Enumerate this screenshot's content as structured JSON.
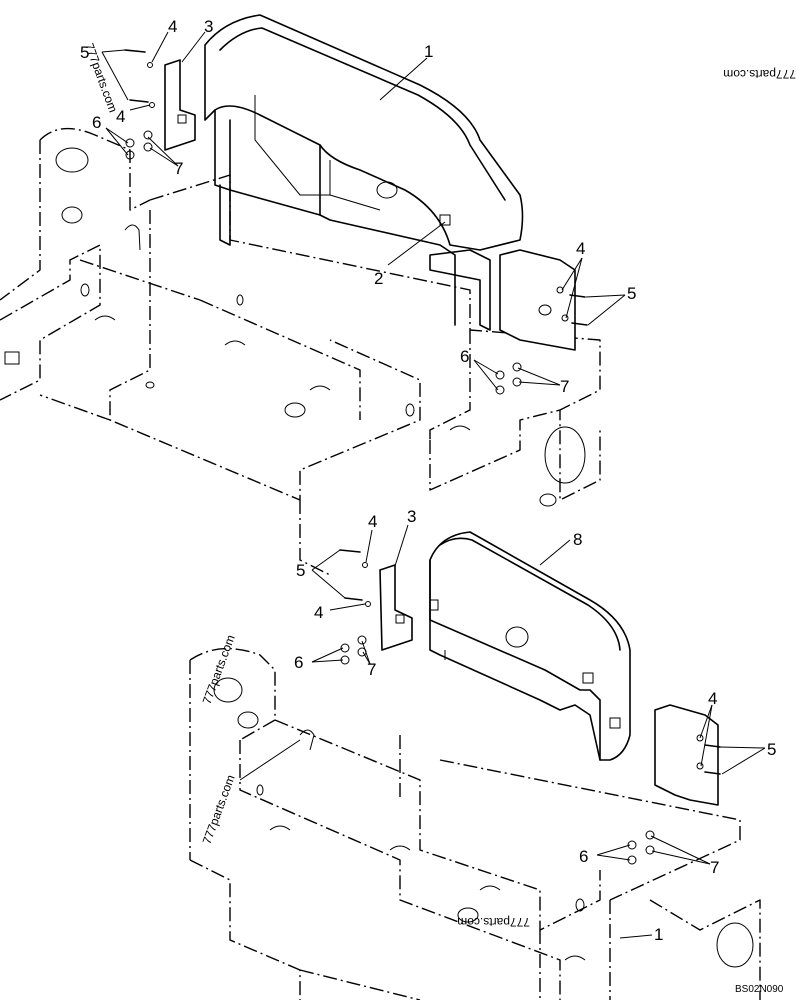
{
  "diagram": {
    "drawing_code": "BS02N090",
    "watermarks": [
      "777parts.com",
      "777parts.com",
      "777parts.com",
      "777parts.com",
      "777parts.com"
    ],
    "top_view": {
      "callouts": [
        "1",
        "2",
        "3",
        "4",
        "4",
        "5",
        "6",
        "7",
        "4",
        "5",
        "6",
        "7"
      ]
    },
    "bottom_view": {
      "callouts": [
        "3",
        "4",
        "5",
        "4",
        "6",
        "7",
        "8",
        "4",
        "5",
        "6",
        "7",
        "1"
      ]
    }
  }
}
